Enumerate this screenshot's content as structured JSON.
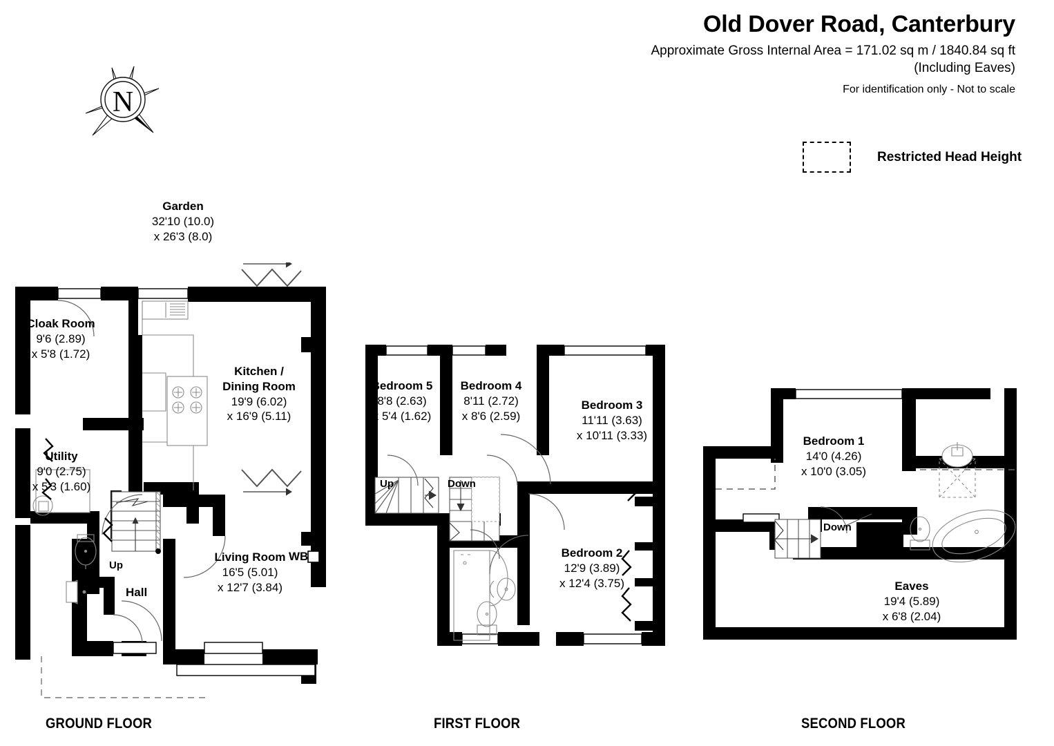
{
  "header": {
    "title": "Old Dover Road, Canterbury",
    "area_line": "Approximate Gross Internal Area = 171.02 sq m / 1840.84 sq ft",
    "eaves_line": "(Including Eaves)",
    "identification_line": "For identification only - Not to scale"
  },
  "legend": {
    "restricted_head_height": "Restricted Head Height"
  },
  "compass": {
    "north_letter": "N"
  },
  "colors": {
    "wall": "#000000",
    "background": "#ffffff",
    "fixture_line": "#555555",
    "text": "#000000"
  },
  "floors": [
    {
      "id": "ground",
      "caption": "GROUND FLOOR"
    },
    {
      "id": "first",
      "caption": "FIRST FLOOR"
    },
    {
      "id": "second",
      "caption": "SECOND FLOOR"
    }
  ],
  "ground_floor": {
    "garden": {
      "name": "Garden",
      "dim1": "32'10 (10.0)",
      "dim2": "x 26'3 (8.0)"
    },
    "cloak_room": {
      "name": "Cloak Room",
      "dim1": "9'6 (2.89)",
      "dim2": "x 5'8 (1.72)"
    },
    "kitchen": {
      "name1": "Kitchen /",
      "name2": "Dining Room",
      "dim1": "19'9 (6.02)",
      "dim2": "x 16'9 (5.11)"
    },
    "utility": {
      "name": "Utility",
      "dim1": "9'0 (2.75)",
      "dim2": "x 5'3 (1.60)"
    },
    "living_room": {
      "name": "Living Room",
      "dim1": "16'5 (5.01)",
      "dim2": "x 12'7 (3.84)"
    },
    "hall": {
      "name": "Hall"
    },
    "wb": {
      "name": "WB"
    },
    "stair_up": {
      "name": "Up"
    }
  },
  "first_floor": {
    "bedroom5": {
      "name": "Bedroom 5",
      "dim1": "8'8 (2.63)",
      "dim2": "x 5'4 (1.62)"
    },
    "bedroom4": {
      "name": "Bedroom 4",
      "dim1": "8'11 (2.72)",
      "dim2": "x 8'6 (2.59)"
    },
    "bedroom3": {
      "name": "Bedroom 3",
      "dim1": "11'11 (3.63)",
      "dim2": "x 10'11 (3.33)"
    },
    "bedroom2": {
      "name": "Bedroom 2",
      "dim1": "12'9 (3.89)",
      "dim2": "x 12'4 (3.75)"
    },
    "stair_up": {
      "name": "Up"
    },
    "stair_down": {
      "name": "Down"
    }
  },
  "second_floor": {
    "bedroom1": {
      "name": "Bedroom 1",
      "dim1": "14'0 (4.26)",
      "dim2": "x 10'0 (3.05)"
    },
    "eaves": {
      "name": "Eaves",
      "dim1": "19'4 (5.89)",
      "dim2": "x 6'8 (2.04)"
    },
    "stair_down": {
      "name": "Down"
    }
  }
}
